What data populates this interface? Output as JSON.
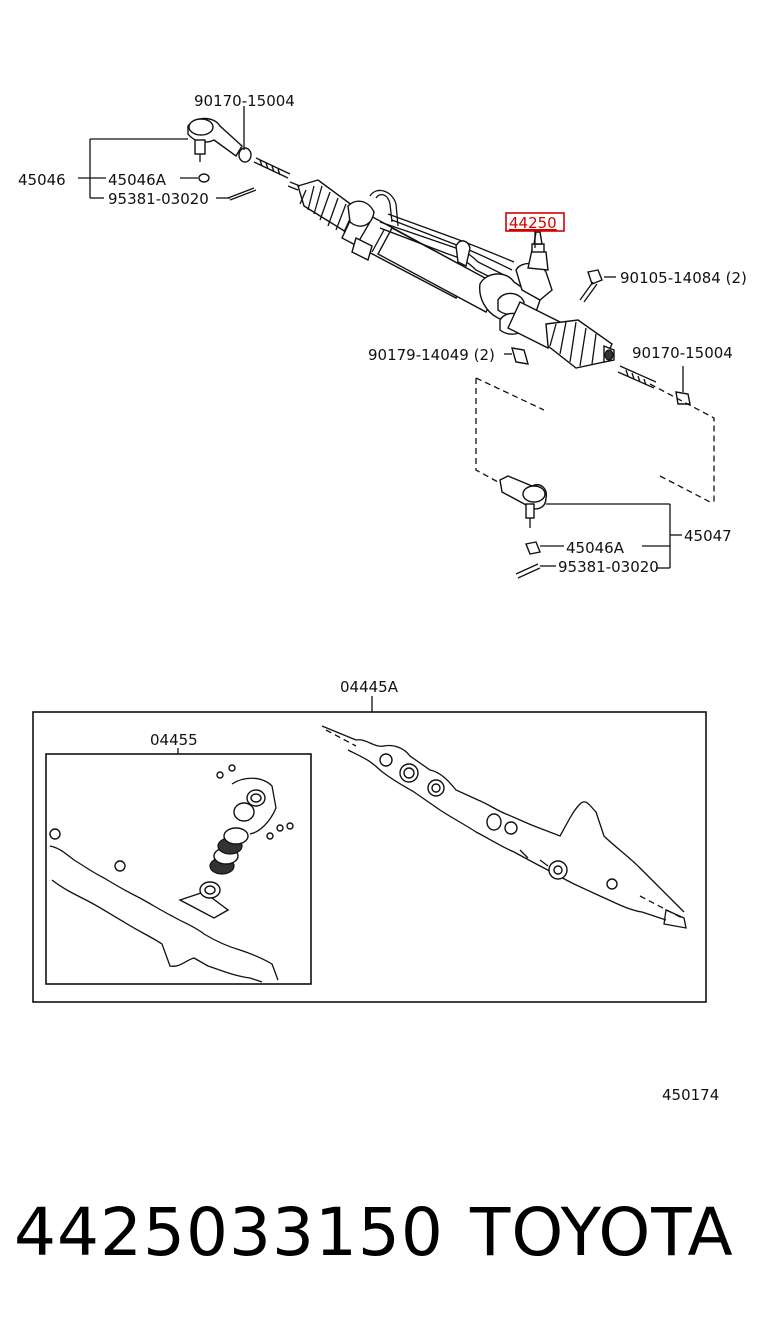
{
  "labels": {
    "tie_rod_end_left": "45046",
    "nut_left": "45046A",
    "cotter_pin_left": "95381-03020",
    "lock_nut_top_left": "90170-15004",
    "highlighted_part": "44250",
    "bolt_right": "90105-14084 (2)",
    "bolt_bottom": "90179-14049 (2)",
    "lock_nut_right": "90170-15004",
    "tie_rod_end_right": "45047",
    "nut_right": "45046A",
    "cotter_pin_right": "95381-03020",
    "gasket_kit": "04445A",
    "seal_kit": "04455",
    "diagram_code": "450174"
  },
  "footer": {
    "part_number": "4425033150",
    "brand": "TOYOTA"
  },
  "colors": {
    "highlight": "#d40000",
    "ink": "#111111"
  }
}
